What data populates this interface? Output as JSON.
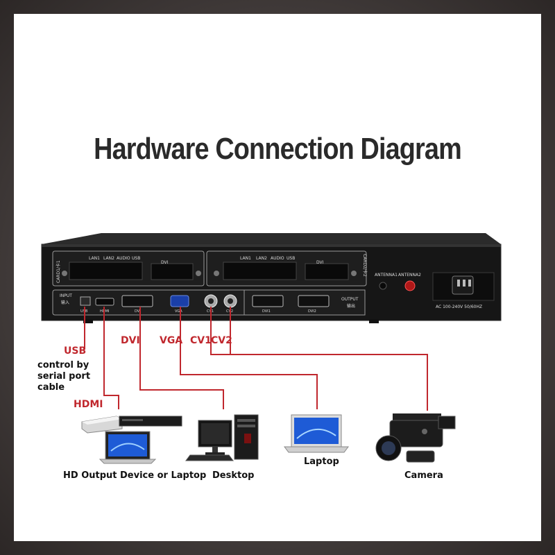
{
  "title": "Hardware Connection Diagram",
  "panel": {
    "slot_ports": [
      "LAN1",
      "LAN2",
      "AUDIO",
      "USB",
      "DVI"
    ],
    "slot1_label": "CARD1/卡1",
    "slot2_label": "CARD2/卡2",
    "antenna1": "ANTENNA1",
    "antenna2": "ANTENNA2",
    "power": "AC 100-240V 50/60HZ",
    "input_label": "INPUT",
    "input_cn": "输入",
    "output_label": "OUTPUT",
    "output_cn": "输出",
    "usb": "USB",
    "hdmi": "HDMI",
    "dvi": "DVI",
    "vga": "VGA",
    "cv1": "CV1",
    "cv2": "CV2",
    "dvi1": "DVI1",
    "dvi2": "DVI2"
  },
  "connections": {
    "usb": "USB",
    "usb_note_1": "control by",
    "usb_note_2": "serial port",
    "usb_note_3": "cable",
    "hdmi": "HDMI",
    "dvi": "DVI",
    "vga": "VGA",
    "cv1": "CV1",
    "cv2": "CV2"
  },
  "devices": {
    "hd_output": "HD Output Device or Laptop",
    "desktop": "Desktop",
    "laptop": "Laptop",
    "camera": "Camera"
  },
  "colors": {
    "line": "#c0272d",
    "chassis": "#1b1b1b",
    "frame": "#4a4443"
  }
}
